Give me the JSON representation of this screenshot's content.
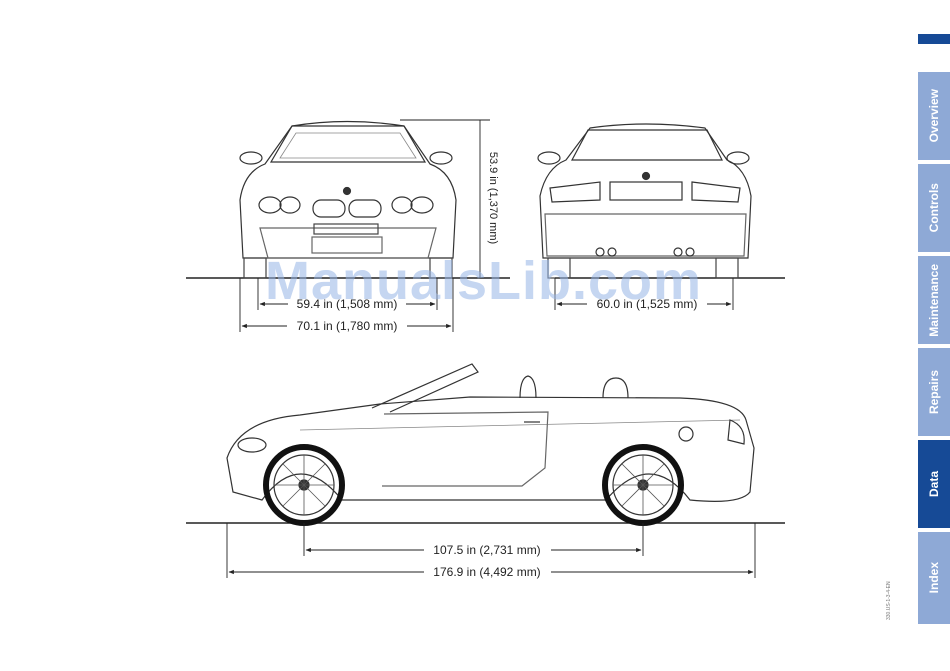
{
  "page": {
    "watermark": "ManualsLib.com",
    "image_code": "330.US-1-3-4-EN"
  },
  "dimensions": {
    "height": "53.9 in (1,370 mm)",
    "front_track": "59.4 in (1,508 mm)",
    "width": "70.1 in (1,780 mm)",
    "rear_track": "60.0 in (1,525 mm)",
    "wheelbase": "107.5 in (2,731 mm)",
    "length": "176.9 in (4,492 mm)"
  },
  "sidebar": {
    "tabs": [
      {
        "label": "Overview",
        "active": false
      },
      {
        "label": "Controls",
        "active": false
      },
      {
        "label": "Maintenance",
        "active": false
      },
      {
        "label": "Repairs",
        "active": false
      },
      {
        "label": "Data",
        "active": true
      },
      {
        "label": "Index",
        "active": false
      }
    ]
  },
  "colors": {
    "tab_inactive": "#8ea9d6",
    "tab_active": "#164a96",
    "watermark": "#96b4e6"
  }
}
